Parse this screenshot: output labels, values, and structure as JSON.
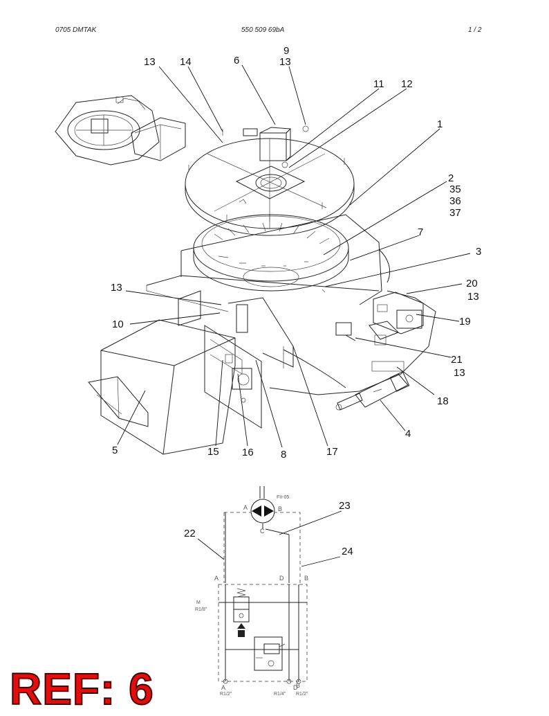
{
  "header": {
    "doc_code": "0705 DMTAK",
    "part_number": "550 509 69bA",
    "page_indicator": "1 /  2"
  },
  "callouts": {
    "c13a": "13",
    "c14": "14",
    "c6": "6",
    "c9": "9",
    "c13b": "13",
    "c11": "11",
    "c12": "12",
    "c1": "1",
    "c2": "2",
    "c35": "35",
    "c36": "36",
    "c37": "37",
    "c7": "7",
    "c3": "3",
    "c13c": "13",
    "c20": "20",
    "c13d": "13",
    "c10": "10",
    "c19": "19",
    "c21": "21",
    "c13e": "13",
    "c18": "18",
    "c4": "4",
    "c5": "5",
    "c15": "15",
    "c16": "16",
    "c8": "8",
    "c17": "17",
    "c22": "22",
    "c23": "23",
    "c24": "24"
  },
  "schematic": {
    "valve_code": "FII-05",
    "port_a": "A",
    "port_b": "B",
    "port_c": "C",
    "port_a2": "A",
    "port_d": "D",
    "port_b2": "B",
    "gauge_m": "M",
    "gauge_thread": "R1/8\"",
    "bottom_a": "A",
    "bottom_d": "D",
    "bottom_b": "B",
    "thread_a": "R1/2\"",
    "thread_d": "R1/4\"",
    "thread_b": "R1/2\""
  },
  "stamp": {
    "ref_text": "REF: 6"
  },
  "colors": {
    "stamp_fill": "#e10e0e",
    "stamp_outline": "#4a0000"
  }
}
